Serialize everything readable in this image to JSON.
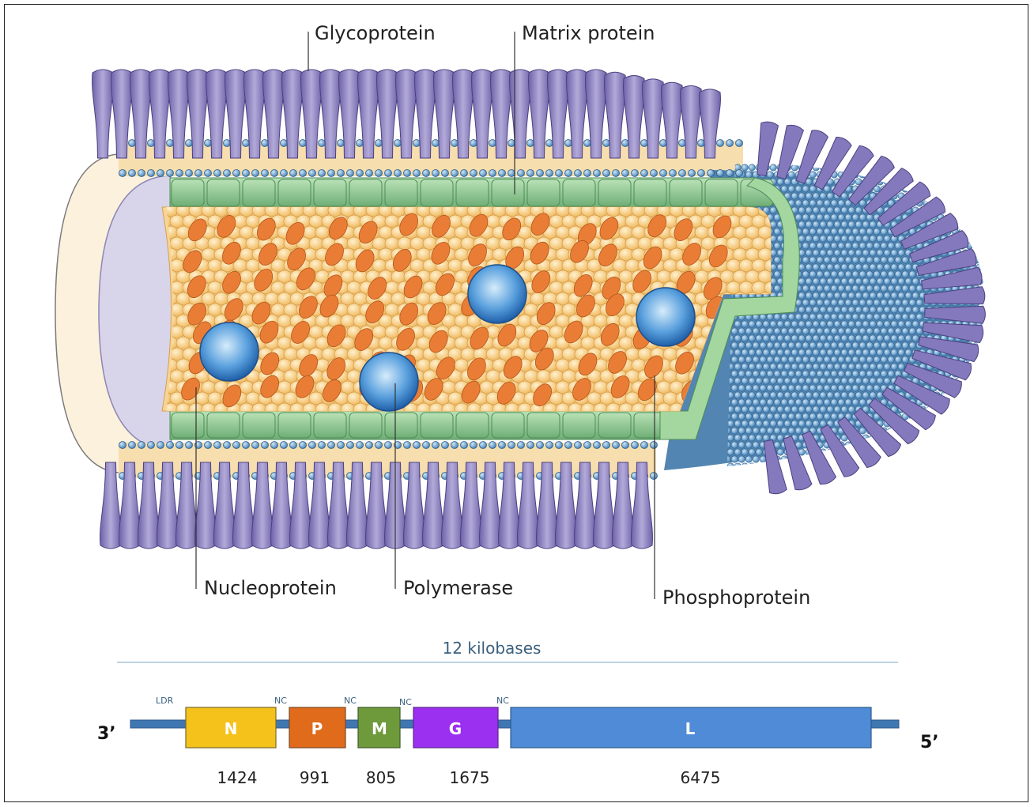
{
  "labels": {
    "glycoprotein": "Glycoprotein",
    "matrix_protein": "Matrix protein",
    "nucleoprotein": "Nucleoprotein",
    "polymerase": "Polymerase",
    "phosphoprotein": "Phosphoprotein"
  },
  "genome": {
    "size_label": "12 kilobases",
    "end_left": "3’",
    "end_right": "5’",
    "leader": "LDR",
    "junctions": [
      "NC",
      "NC",
      "NC",
      "NC"
    ],
    "genes": [
      {
        "name": "N",
        "length": "1424",
        "color": "#f5c21b"
      },
      {
        "name": "P",
        "length": "991",
        "color": "#e06b1b"
      },
      {
        "name": "M",
        "length": "805",
        "color": "#6f9a3c"
      },
      {
        "name": "G",
        "length": "1675",
        "color": "#9b30f0"
      },
      {
        "name": "L",
        "length": "6475",
        "color": "#4f8bd6"
      }
    ]
  },
  "colors": {
    "glycoprotein": "#8a7fc0",
    "matrix": "#7fc08a",
    "nucleoprotein": "#f7c777",
    "polymerase": "#4a90d9",
    "phosphoprotein": "#e07a30",
    "membrane_head": "#5b9bd5"
  }
}
